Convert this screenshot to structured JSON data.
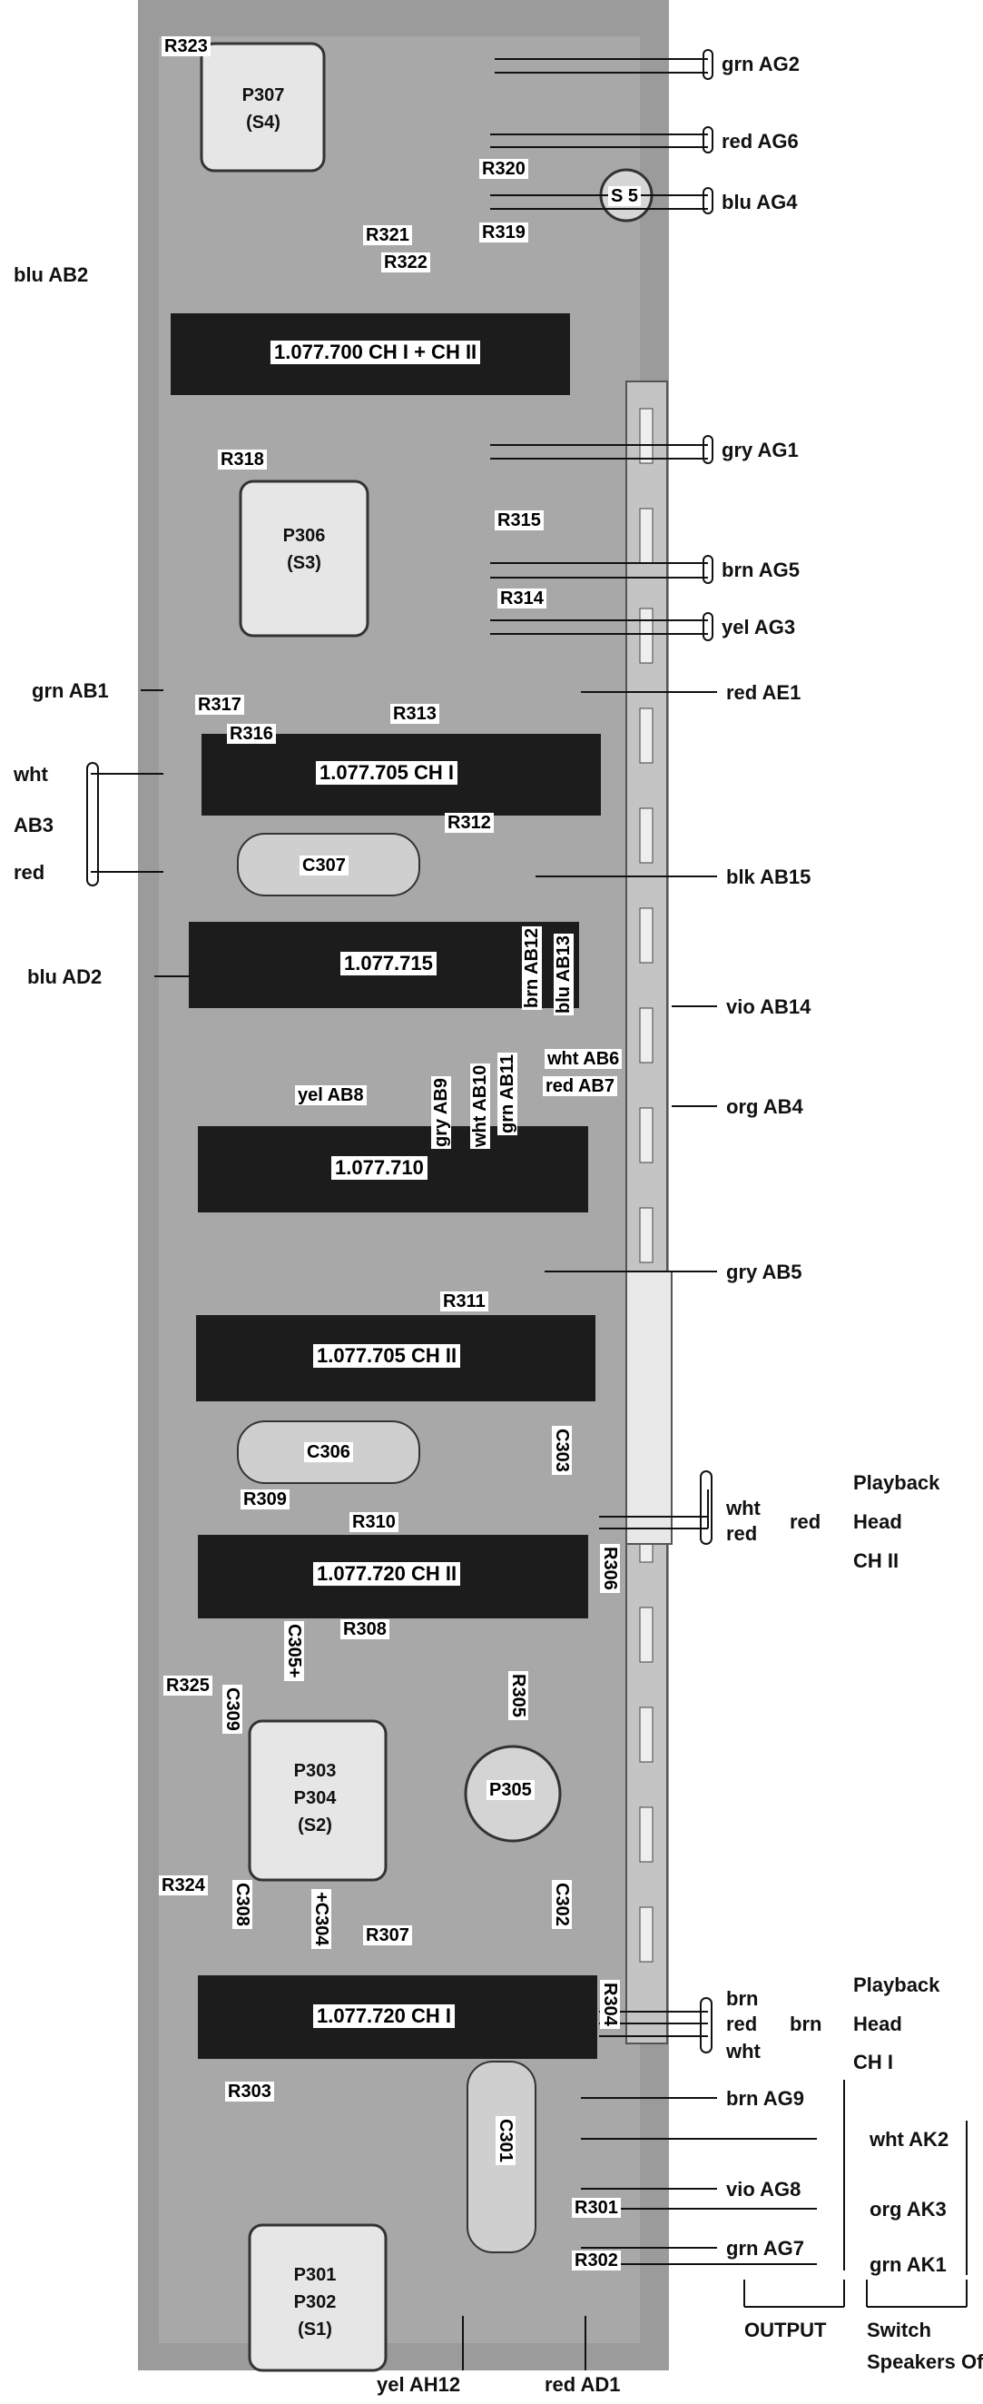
{
  "colors": {
    "board": "#9b9b9b",
    "dark": "#1c1c1c",
    "light": "#d8d8d8",
    "rail": "#c4c4c4"
  },
  "connectors": {
    "c1": "1.077.700 CH I + CH II",
    "c2": "1.077.705 CH I",
    "c3": "1.077.715",
    "c4": "1.077.710",
    "c5": "1.077.705 CH II",
    "c6": "1.077.720 CH II",
    "c7": "1.077.720 CH I"
  },
  "switches": {
    "s4a": "P307",
    "s4b": "(S4)",
    "s3a": "P306",
    "s3b": "(S3)",
    "s2a": "P303",
    "s2b": "P304",
    "s2c": "(S2)",
    "s1a": "P301",
    "s1b": "P302",
    "s1c": "(S1)",
    "s5": "S 5",
    "p305": "P305"
  },
  "components": {
    "r323": "R323",
    "r320": "R320",
    "r319": "R319",
    "r321": "R321",
    "r322": "R322",
    "r318": "R318",
    "r315": "R315",
    "r314": "R314",
    "r317": "R317",
    "r316": "R316",
    "r313": "R313",
    "r312": "R312",
    "c307": "C307",
    "r311": "R311",
    "c306": "C306",
    "r309": "R309",
    "r310": "R310",
    "c303": "C303",
    "r306": "R306",
    "r308": "R308",
    "c305": "C305+",
    "r325": "R325",
    "c309": "C309",
    "r305": "R305",
    "r324": "R324",
    "c308": "C308",
    "c304": "+C304",
    "r307": "R307",
    "c302": "C302",
    "r304": "R304",
    "r303": "R303",
    "c301": "C301",
    "r301": "R301",
    "r302": "R302"
  },
  "board_labels": {
    "blu_ab13": "blu AB13",
    "brn_ab12": "brn AB12",
    "wht_ab6": "wht AB6",
    "red_ab7": "red AB7",
    "grn_ab11": "grn AB11",
    "wht_ab10": "wht AB10",
    "gry_ab9": "gry AB9",
    "yel_ab8": "yel AB8"
  },
  "labels": {
    "grn_ag2": "grn AG2",
    "red_ag6": "red AG6",
    "blu_ag4": "blu AG4",
    "blu_ab2": "blu AB2",
    "gry_ag1": "gry AG1",
    "brn_ag5": "brn AG5",
    "yel_ag3": "yel AG3",
    "grn_ab1": "grn AB1",
    "red_ae1": "red AE1",
    "wht": "wht",
    "ab3": "AB3",
    "red": "red",
    "blk_ab15": "blk AB15",
    "vio_ab14": "vio AB14",
    "blu_ad2": "blu AD2",
    "org_ab4": "org AB4",
    "gry_ab5": "gry AB5",
    "wht2": "wht",
    "red2": "red",
    "red3": "red",
    "pb2_a": "Playback",
    "pb2_b": "Head",
    "pb2_c": "CH II",
    "brn1": "brn",
    "red4": "red",
    "brn2": "brn",
    "wht3": "wht",
    "pb1_a": "Playback",
    "pb1_b": "Head",
    "pb1_c": "CH I",
    "brn_ag9": "brn AG9",
    "wht_ak2": "wht AK2",
    "vio_ag8": "vio AG8",
    "org_ak3": "org AK3",
    "grn_ag7": "grn AG7",
    "grn_ak1": "grn AK1",
    "output": "OUTPUT",
    "switch_a": "Switch",
    "switch_b": "Speakers Off",
    "yel_ah12": "yel AH12",
    "red_ad1": "red AD1"
  }
}
